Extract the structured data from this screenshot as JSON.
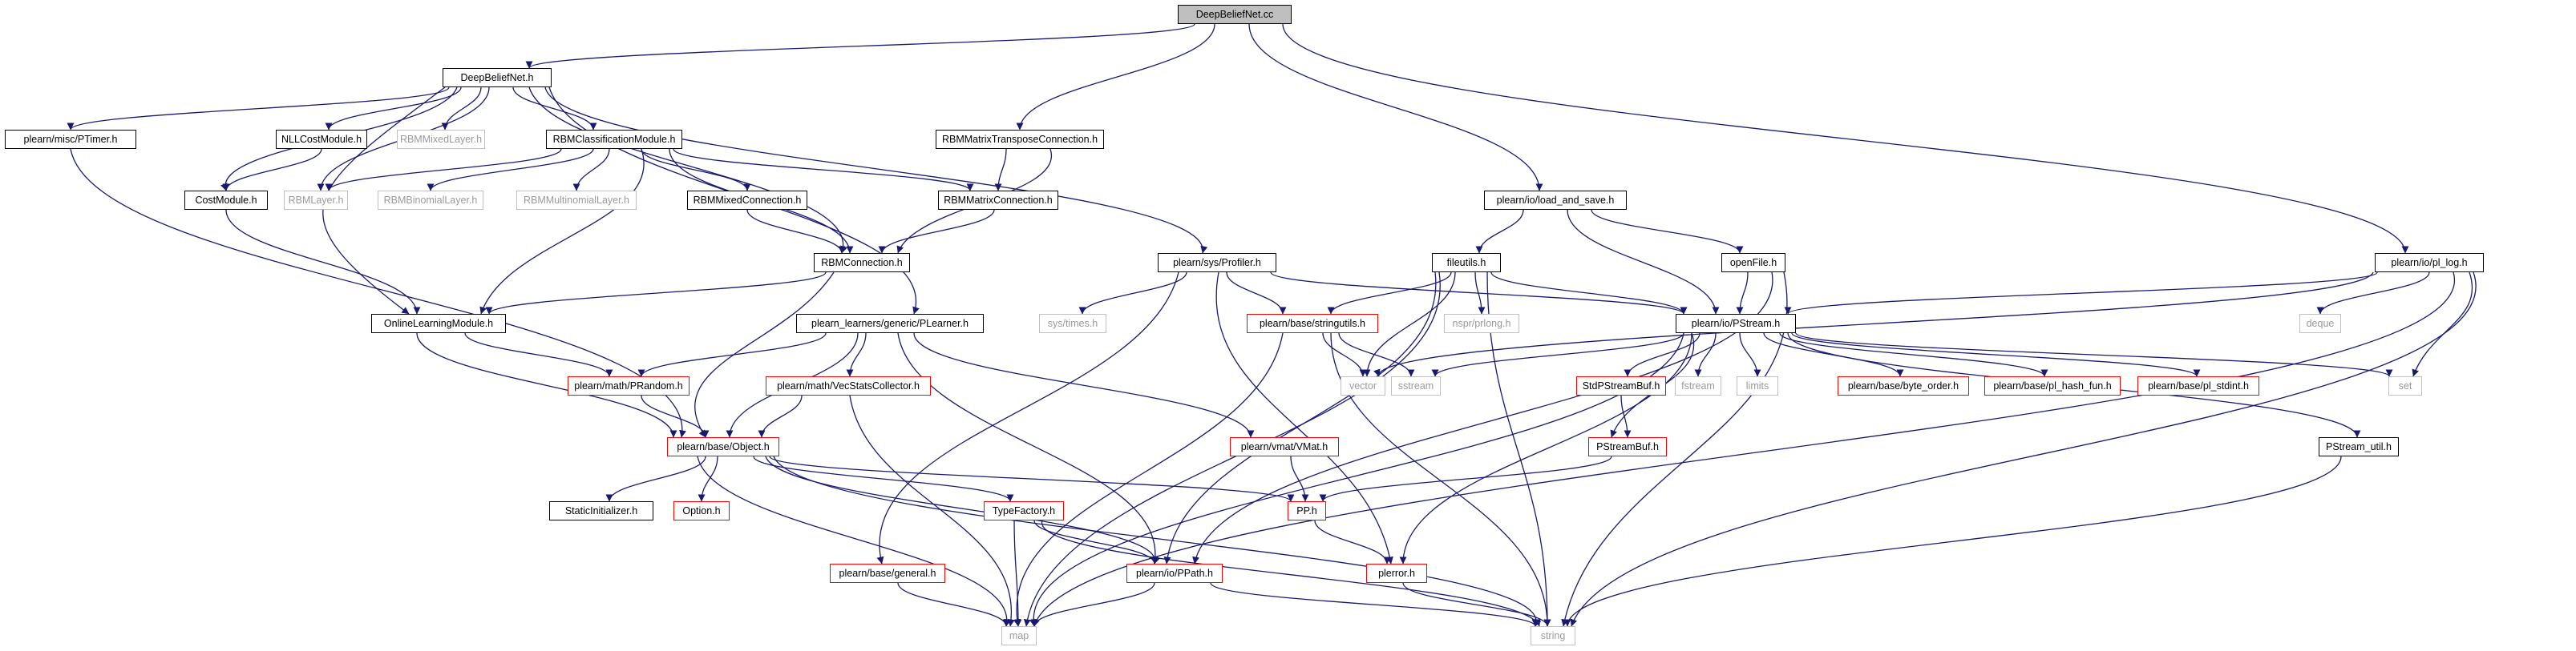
{
  "graph": {
    "nodes": [
      {
        "id": "DeepBeliefNet.cc",
        "kind": "root"
      },
      {
        "id": "DeepBeliefNet.h",
        "kind": "normal"
      },
      {
        "id": "plearn/misc/PTimer.h",
        "kind": "normal"
      },
      {
        "id": "NLLCostModule.h",
        "kind": "normal"
      },
      {
        "id": "RBMMixedLayer.h",
        "kind": "missing"
      },
      {
        "id": "RBMClassificationModule.h",
        "kind": "normal"
      },
      {
        "id": "RBMMatrixTransposeConnection.h",
        "kind": "normal"
      },
      {
        "id": "plearn/io/load_and_save.h",
        "kind": "normal"
      },
      {
        "id": "plearn/io/pl_log.h",
        "kind": "normal"
      },
      {
        "id": "CostModule.h",
        "kind": "normal"
      },
      {
        "id": "RBMLayer.h",
        "kind": "missing"
      },
      {
        "id": "RBMBinomialLayer.h",
        "kind": "missing"
      },
      {
        "id": "RBMMultinomialLayer.h",
        "kind": "missing"
      },
      {
        "id": "RBMMixedConnection.h",
        "kind": "normal"
      },
      {
        "id": "RBMMatrixConnection.h",
        "kind": "normal"
      },
      {
        "id": "RBMConnection.h",
        "kind": "normal"
      },
      {
        "id": "plearn/sys/Profiler.h",
        "kind": "normal"
      },
      {
        "id": "fileutils.h",
        "kind": "normal"
      },
      {
        "id": "openFile.h",
        "kind": "normal"
      },
      {
        "id": "OnlineLearningModule.h",
        "kind": "normal"
      },
      {
        "id": "plearn_learners/generic/PLearner.h",
        "kind": "normal"
      },
      {
        "id": "sys/times.h",
        "kind": "missing"
      },
      {
        "id": "plearn/base/stringutils.h",
        "kind": "trunc"
      },
      {
        "id": "nspr/prlong.h",
        "kind": "missing"
      },
      {
        "id": "plearn/io/PStream.h",
        "kind": "normal"
      },
      {
        "id": "deque",
        "kind": "missing"
      },
      {
        "id": "plearn/math/PRandom.h",
        "kind": "trunc"
      },
      {
        "id": "plearn/math/VecStatsCollector.h",
        "kind": "trunc"
      },
      {
        "id": "vector",
        "kind": "missing"
      },
      {
        "id": "sstream",
        "kind": "missing"
      },
      {
        "id": "fstream",
        "kind": "missing"
      },
      {
        "id": "limits",
        "kind": "missing"
      },
      {
        "id": "plearn/base/byte_order.h",
        "kind": "trunc"
      },
      {
        "id": "plearn/base/pl_hash_fun.h",
        "kind": "trunc"
      },
      {
        "id": "plearn/base/pl_stdint.h",
        "kind": "trunc"
      },
      {
        "id": "set",
        "kind": "missing"
      },
      {
        "id": "StdPStreamBuf.h",
        "kind": "trunc"
      },
      {
        "id": "plearn/base/Object.h",
        "kind": "trunc"
      },
      {
        "id": "plearn/vmat/VMat.h",
        "kind": "trunc"
      },
      {
        "id": "PStreamBuf.h",
        "kind": "trunc"
      },
      {
        "id": "PStream_util.h",
        "kind": "normal"
      },
      {
        "id": "StaticInitializer.h",
        "kind": "normal"
      },
      {
        "id": "Option.h",
        "kind": "trunc"
      },
      {
        "id": "TypeFactory.h",
        "kind": "trunc"
      },
      {
        "id": "PP.h",
        "kind": "trunc"
      },
      {
        "id": "plearn/base/general.h",
        "kind": "trunc"
      },
      {
        "id": "plearn/io/PPath.h",
        "kind": "trunc"
      },
      {
        "id": "plerror.h",
        "kind": "trunc"
      },
      {
        "id": "map",
        "kind": "missing"
      },
      {
        "id": "string",
        "kind": "missing"
      }
    ]
  }
}
